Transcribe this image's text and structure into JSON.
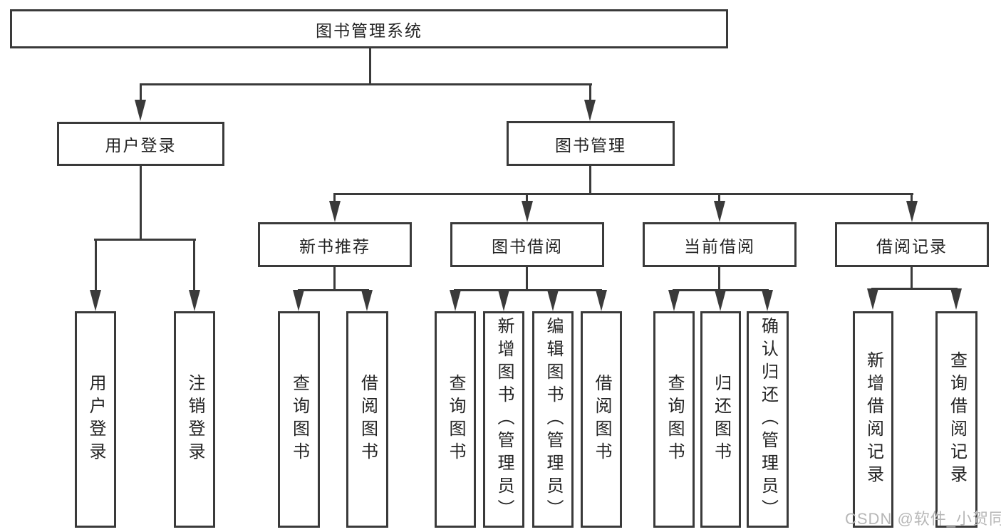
{
  "diagram": {
    "root": "图书管理系统",
    "level1": [
      {
        "label": "用户登录",
        "leaves": [
          "用户登录",
          "注销登录"
        ]
      },
      {
        "label": "图书管理",
        "groups": [
          {
            "label": "新书推荐",
            "leaves": [
              "查询图书",
              "借阅图书"
            ]
          },
          {
            "label": "图书借阅",
            "leaves": [
              "查询图书",
              "新增图书（管理员）",
              "编辑图书（管理员）",
              "借阅图书"
            ]
          },
          {
            "label": "当前借阅",
            "leaves": [
              "查询图书",
              "归还图书",
              "确认归还（管理员）"
            ]
          },
          {
            "label": "借阅记录",
            "leaves": [
              "新增借阅记录",
              "查询借阅记录"
            ]
          }
        ]
      }
    ],
    "watermark": "CSDN @软件_小贺同学",
    "colors": {
      "line": "#3a3a3a",
      "watermark": "#b7b7b7",
      "background": "#ffffff"
    }
  }
}
